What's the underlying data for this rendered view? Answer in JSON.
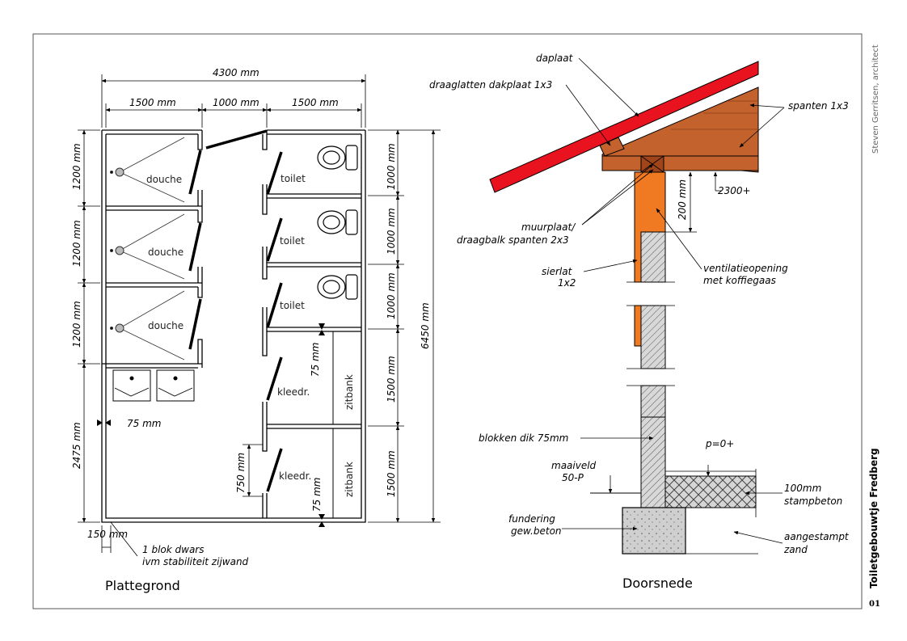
{
  "sidebar": {
    "author": "Steven Gerritsen, architect",
    "project": "Toiletgebouwtje Fredberg",
    "sheet": "01"
  },
  "plan": {
    "title": "Plattegrond",
    "dims": {
      "total_width": "4300 mm",
      "w1": "1500 mm",
      "w2": "1000 mm",
      "w3": "1500 mm",
      "left1": "1200 mm",
      "left2": "1200 mm",
      "left3": "1200 mm",
      "left4": "2475 mm",
      "right1": "1000 mm",
      "right2": "1000 mm",
      "right3": "1000 mm",
      "right4": "1500 mm",
      "right5": "1500 mm",
      "total_depth": "6450 mm",
      "wall": "75 mm",
      "door": "75 mm",
      "door2": "75 mm",
      "gap": "750 mm",
      "pier": "150 mm"
    },
    "rooms": {
      "douche1": "douche",
      "douche2": "douche",
      "douche3": "douche",
      "toilet1": "toilet",
      "toilet2": "toilet",
      "toilet3": "toilet",
      "kleedr1": "kleedr.",
      "kleedr2": "kleedr.",
      "zitbank1": "zitbank",
      "zitbank2": "zitbank"
    },
    "note_line1": "1 blok dwars",
    "note_line2": "ivm stabiliteit zijwand"
  },
  "section": {
    "title": "Doorsnede",
    "labels": {
      "daplaat": "daplaat",
      "draaglatten": "draaglatten dakplaat 1x3",
      "spanten": "spanten 1x3",
      "height": "2300+",
      "gap": "200 mm",
      "muurplaat1": "muurplaat/",
      "muurplaat2": "draagbalk spanten 2x3",
      "sierlat1": "sierlat",
      "sierlat2": "1x2",
      "vent1": "ventilatieopening",
      "vent2": "met koffiegaas",
      "blokken": "blokken dik 75mm",
      "floor_level": "p=0+",
      "maaiveld1": "maaiveld",
      "maaiveld2": "50-P",
      "beton1": "100mm",
      "beton2": "stampbeton",
      "fund1": "fundering",
      "fund2": "gew.beton",
      "zand1": "aangestampt",
      "zand2": "zand"
    }
  },
  "colors": {
    "roof": "#e8131f",
    "rafter": "#c4622d",
    "post": "#f07a22",
    "block": "#d8d8d8",
    "concrete": "#cfcfcf"
  }
}
